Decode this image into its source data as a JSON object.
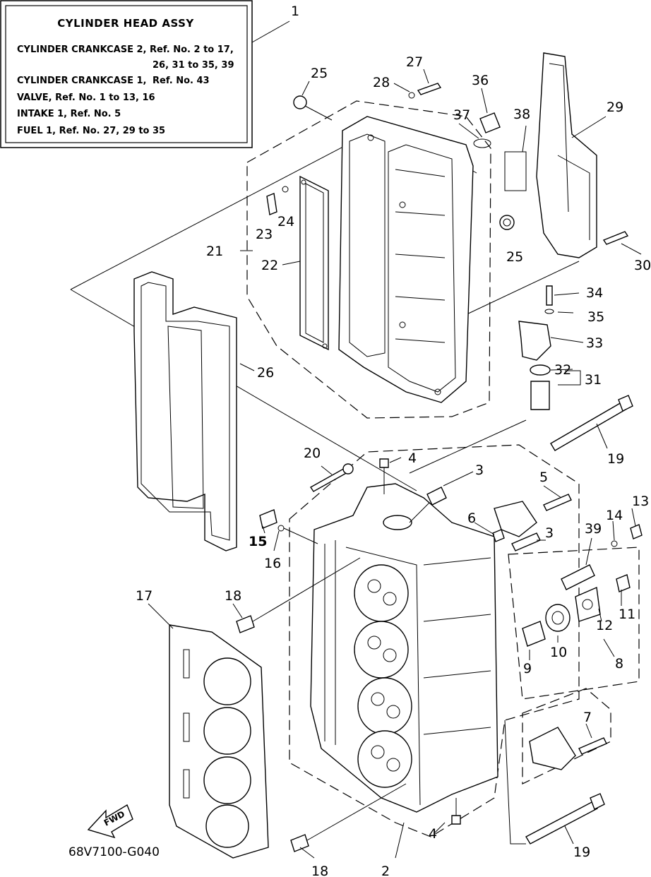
{
  "assembly_box": {
    "title": "CYLINDER HEAD ASSY",
    "lines": [
      {
        "name": "CYLINDER CRANKCASE 2,",
        "ref": "Ref. No. 2 to 17,"
      },
      {
        "name": "",
        "ref": "26, 31 to 35, 39"
      },
      {
        "name": "CYLINDER CRANKCASE 1,",
        "ref": "Ref. No. 43"
      },
      {
        "name": "VALVE,  Ref. No. 1 to 13, 16",
        "ref": ""
      },
      {
        "name": "INTAKE 1,   Ref. No. 5",
        "ref": ""
      },
      {
        "name": "FUEL 1,  Ref. No. 27, 29 to 35",
        "ref": ""
      }
    ]
  },
  "callouts": {
    "n1": "1",
    "n2": "2",
    "n3a": "3",
    "n3b": "3",
    "n4a": "4",
    "n4b": "4",
    "n5": "5",
    "n6": "6",
    "n7": "7",
    "n8": "8",
    "n9": "9",
    "n10": "10",
    "n11": "11",
    "n12": "12",
    "n13": "13",
    "n14": "14",
    "n15": "15",
    "n16": "16",
    "n17": "17",
    "n18a": "18",
    "n18b": "18",
    "n19a": "19",
    "n19b": "19",
    "n20": "20",
    "n21": "21",
    "n22": "22",
    "n23": "23",
    "n24": "24",
    "n25a": "25",
    "n25b": "25",
    "n26": "26",
    "n27": "27",
    "n28": "28",
    "n29": "29",
    "n30": "30",
    "n31": "31",
    "n32": "32",
    "n33": "33",
    "n34": "34",
    "n35": "35",
    "n36": "36",
    "n37": "37",
    "n38": "38",
    "n39": "39"
  },
  "fwd_label": "FWD",
  "diagram_code": "68V7100-G040"
}
